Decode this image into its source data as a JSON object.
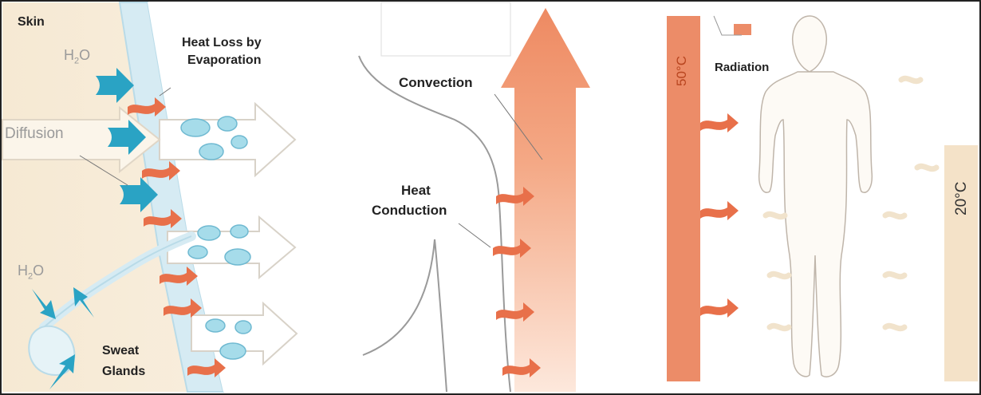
{
  "panels": {
    "evaporation": {
      "skin_label": "Skin",
      "title_line1": "Heat Loss by",
      "title_line2": "Evaporation",
      "h2o_top": "H",
      "h2o_top_sub": "2",
      "h2o_top_o": "O",
      "diffusion_label": "Diffusion",
      "h2o_bottom": "H",
      "h2o_bottom_sub": "2",
      "h2o_bottom_o": "O",
      "sweat_line1": "Sweat",
      "sweat_line2": "Glands"
    },
    "convection": {
      "convection_label": "Convection",
      "conduction_line1": "Heat",
      "conduction_line2": "Conduction"
    },
    "radiation": {
      "radiation_label": "Radiation",
      "hot_temp": "50°C",
      "cool_temp": "20°C"
    }
  },
  "colors": {
    "skin_bg": "#f7ecd9",
    "skin_edge": "#cfe6f0",
    "water_arrow": "#2aa3c4",
    "heat_arrow": "#e8704a",
    "droplet": "#a6dcea",
    "hot_wall": "#ec8c68",
    "cool_wall": "#f4e2c8",
    "body_outline": "#bfb5aa"
  }
}
